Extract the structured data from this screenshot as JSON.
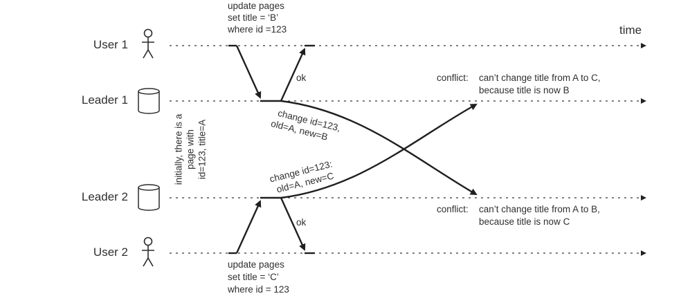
{
  "axis": {
    "time_label": "time"
  },
  "actors": {
    "user1": "User 1",
    "leader1": "Leader 1",
    "leader2": "Leader 2",
    "user2": "User 2"
  },
  "user1_request": {
    "line1": "update pages",
    "line2": "set title = ‘B’",
    "line3": "where id =123"
  },
  "user2_request": {
    "line1": "update pages",
    "line2": "set title = ‘C’",
    "line3": "where id = 123"
  },
  "acks": {
    "leader1_ok": "ok",
    "leader2_ok": "ok"
  },
  "initial_note": {
    "line1": "initially, there is a",
    "line2": "page with",
    "line3": "id=123, title=A"
  },
  "replication": {
    "l1_to_l2": {
      "line1": "change id=123,",
      "line2": "old=A, new=B"
    },
    "l2_to_l1": {
      "line1": "change id=123:",
      "line2": "old=A, new=C"
    }
  },
  "conflicts": {
    "leader1": {
      "prefix": "conflict:",
      "line1": "can’t change title from A to C,",
      "line2": "because title is now B"
    },
    "leader2": {
      "prefix": "conflict:",
      "line1": "can’t change title from A to B,",
      "line2": "because title is now C"
    }
  }
}
